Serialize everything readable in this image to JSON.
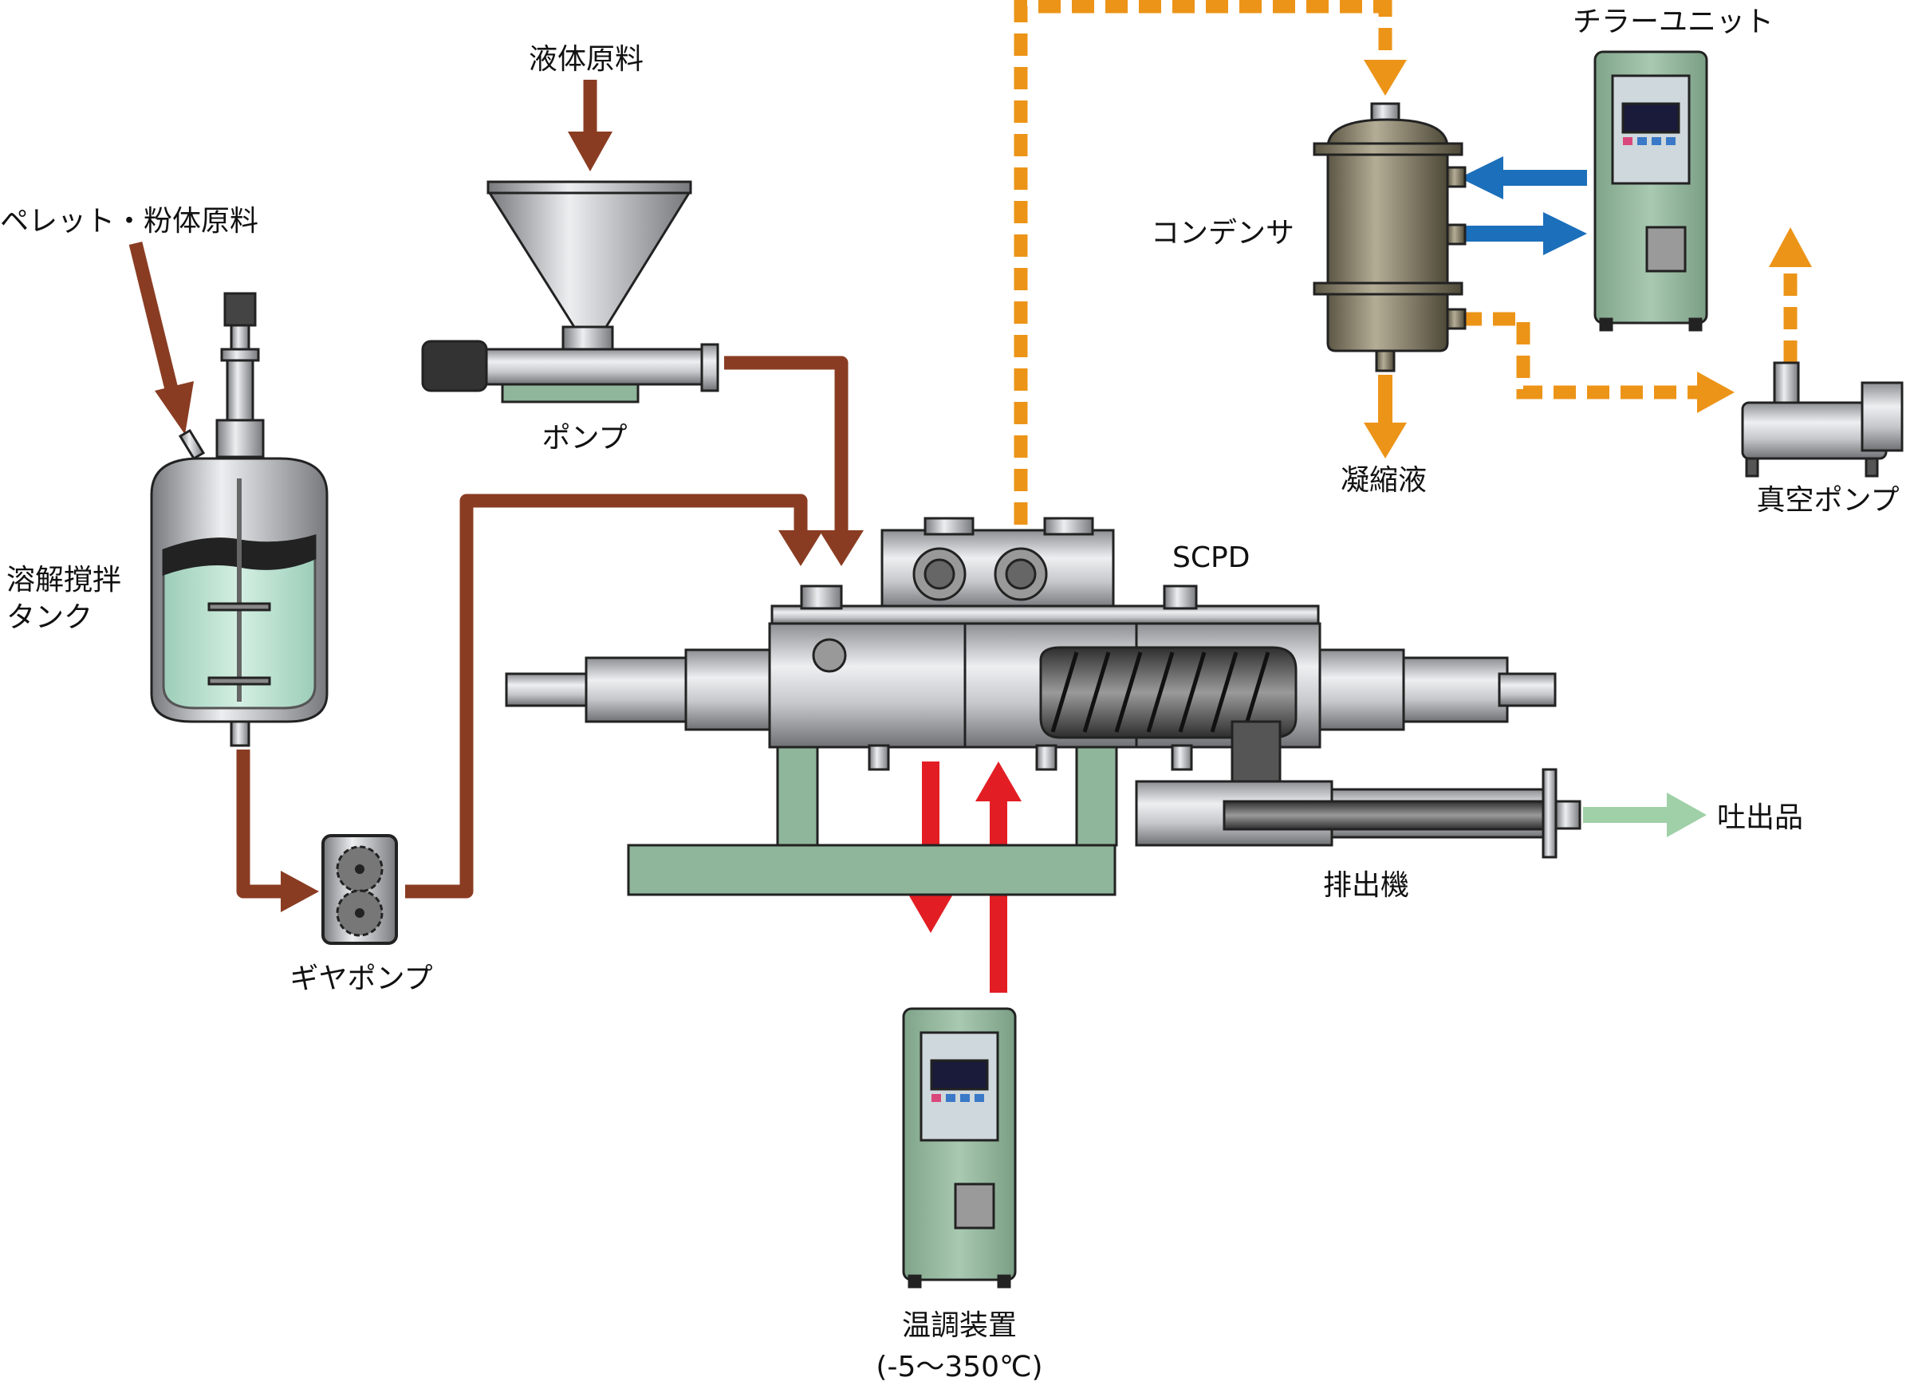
{
  "labels": {
    "pellet_powder": "ペレット・粉体原料",
    "liquid_material": "液体原料",
    "pump": "ポンプ",
    "dissolving_tank_line1": "溶解撹拌",
    "dissolving_tank_line2": "タンク",
    "gear_pump": "ギヤポンプ",
    "temp_controller_line1": "温調装置",
    "temp_controller_line2": "(-5〜350℃)",
    "scpd": "SCPD",
    "discharger": "排出機",
    "discharged_product": "吐出品",
    "condenser": "コンデンサ",
    "condensate": "凝縮液",
    "chiller_unit": "チラーユニット",
    "vacuum_pump": "真空ポンプ"
  },
  "colors": {
    "material_flow": "#8a3c22",
    "vapor_flow": "#ec9418",
    "heating_medium": "#e21e24",
    "coolant": "#1c6fba",
    "product_flow": "#9fd0a7",
    "machine_base": "#8fb59a",
    "steel": "#c8c9cb",
    "tank_liquid": "#b9e1cf",
    "condenser_body": "#8e8670"
  }
}
